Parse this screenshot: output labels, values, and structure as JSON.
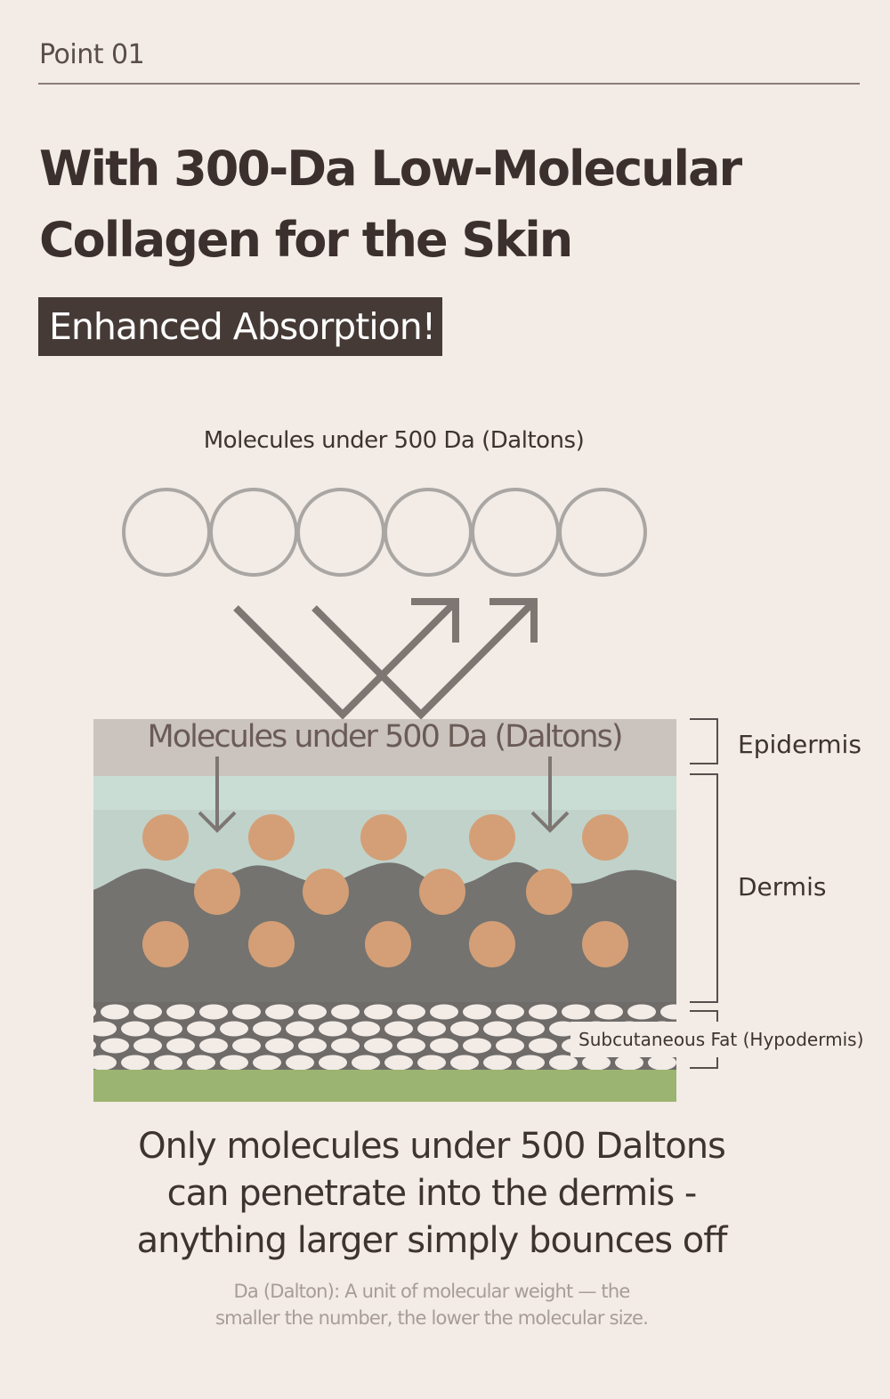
{
  "header": {
    "point_label": "Point 01"
  },
  "headline": {
    "line1": "With 300-Da Low-Molecular",
    "line2": "Collagen for the Skin"
  },
  "badge": {
    "text": "Enhanced Absorption!"
  },
  "diagram": {
    "molecule_caption": "Molecules under 500 Da (Daltons)",
    "epidermis_inner_label": "Molecules under 500 Da (Daltons)",
    "layers": {
      "epidermis": "Epidermis",
      "dermis": "Dermis",
      "hypodermis": "Subcutaneous Fat (Hypodermis)"
    },
    "colors": {
      "epidermis": "#cbc4be",
      "dermis_top": "#c9ddd4",
      "dermis_mid": "#c0d2ca",
      "dermis_deep": "#747370",
      "collagen_dot": "#d49f76",
      "fat_background": "#6e6b69",
      "fat_cell": "#f2ebe6",
      "base_layer": "#9cb471",
      "molecule_outline": "#a9a6a3",
      "arrow": "#7d7672"
    }
  },
  "summary": {
    "line1": "Only molecules under 500 Daltons",
    "line2": "can penetrate into the dermis -",
    "line3": "anything larger simply bounces off"
  },
  "footnote": {
    "line1": "Da (Dalton): A unit of molecular weight — the",
    "line2": "smaller the number, the lower the molecular size."
  }
}
